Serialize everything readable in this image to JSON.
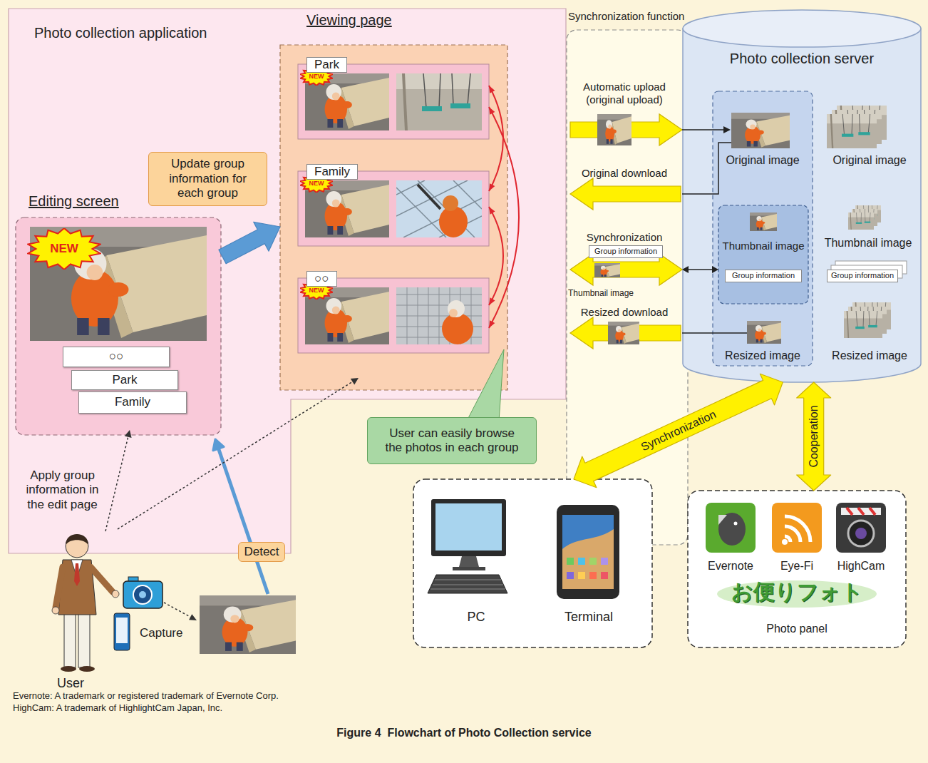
{
  "diagram": {
    "caption": "Figure 4  Flowchart of Photo Collection service",
    "nodes": [
      {
        "text": [
          "Photo collection application"
        ]
      },
      {
        "text": [
          "Editing screen"
        ],
        "in": 0
      },
      {
        "text": [
          "NEW"
        ],
        "in": 1
      },
      {
        "text": [
          "○○"
        ],
        "in": 1
      },
      {
        "text": [
          "Park"
        ],
        "in": 1
      },
      {
        "text": [
          "Family"
        ],
        "in": 1
      },
      {
        "text": [
          "Viewing page"
        ],
        "in": 0
      },
      {
        "text": [
          "Park"
        ],
        "in": 6
      },
      {
        "text": [
          "NEW"
        ],
        "in": 7
      },
      {
        "text": [
          "Family"
        ],
        "in": 6
      },
      {
        "text": [
          "NEW"
        ],
        "in": 9
      },
      {
        "text": [
          "○○"
        ],
        "in": 6
      },
      {
        "text": [
          "NEW"
        ],
        "in": 11
      },
      {
        "text": [
          "Update group information for each group"
        ],
        "in": 0
      },
      {
        "text": [
          "User can easily browse the photos in each group"
        ]
      },
      {
        "text": [
          "Detect"
        ]
      },
      {
        "text": [
          "Synchronization function"
        ]
      },
      {
        "text": [
          "Group information"
        ],
        "in": 16
      },
      {
        "text": [
          "Photo collection server"
        ]
      },
      {
        "text": [
          "Thumbnail image"
        ],
        "in": 18
      },
      {
        "text": [
          "Group information"
        ],
        "in": 19
      },
      {
        "text": [
          "Group information"
        ],
        "in": 18
      },
      {
        "text": [
          "PC",
          "Terminal"
        ]
      },
      {
        "text": [
          "Evernote",
          "Eye-Fi",
          "HighCam",
          "お便りフォト",
          "Photo panel"
        ]
      }
    ],
    "edges": [
      {
        "from": 1,
        "to": 6,
        "arrow": "to"
      },
      {
        "from": 7,
        "to": 9,
        "arrow": "both"
      },
      {
        "from": 9,
        "to": 11,
        "arrow": "both"
      },
      {
        "from": 7,
        "to": 11,
        "arrow": "both"
      },
      {
        "from": 18,
        "to": 22,
        "label": "Synchronization",
        "arrow": "both"
      },
      {
        "from": 18,
        "to": 23,
        "label": "Cooperation",
        "arrow": "both"
      }
    ],
    "labels": [
      "Automatic upload (original upload)",
      "Original download",
      "Synchronization",
      "Thumbnail image",
      "Resized download",
      "Original image",
      "Original image",
      "Thumbnail image",
      "Resized image",
      "Resized image",
      "Apply group information in the edit page",
      "Capture",
      "User",
      "Evernote: A trademark or registered trademark of Evernote Corp.",
      "HighCam: A trademark of HighlightCam Japan, Inc."
    ]
  }
}
